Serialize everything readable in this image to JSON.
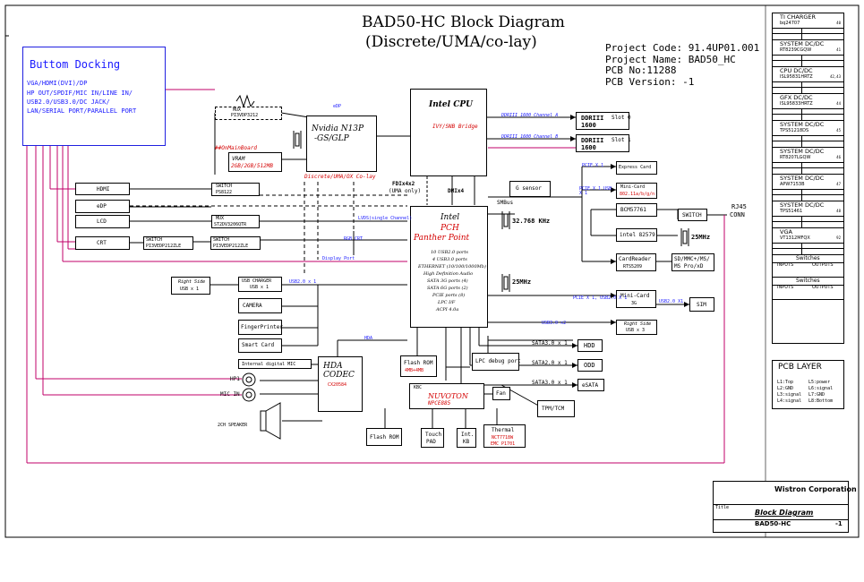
{
  "title": {
    "line1": "BAD50-HC Block Diagram",
    "line2": "(Discrete/UMA/co-lay)"
  },
  "project": {
    "code": "Project Code: 91.4UP01.001",
    "name": "Project Name: BAD50_HC",
    "pcb_no": "PCB No:11288",
    "pcb_version": "PCB Version: -1"
  },
  "docking": {
    "title": "Buttom Docking",
    "lines": [
      "VGA/HDMI(DVI)/DP",
      "HP OUT/SPDIF/MIC IN/LINE IN/",
      "USB2.0/USB3.0/DC JACK/",
      "LAN/SERIAL PORT/PARALLEL PORT"
    ]
  },
  "blocks": {
    "cpu": {
      "line1": "Intel CPU",
      "line2": "IVY/SNB Bridge"
    },
    "ddr0": {
      "line1": "DDRIII",
      "line2": "1600",
      "slot": "Slot 0"
    },
    "ddr1": {
      "line1": "DDRIII",
      "line2": "1600",
      "slot": "Slot 1"
    },
    "ddr_ch_a": "DDRIII 1600 Channel A",
    "ddr_ch_b": "DDRIII 1600 Channel B",
    "nvidia": {
      "line1": "Nvidia N13P",
      "line2": "-GS/GLP"
    },
    "mux_top": {
      "line1": "MUX",
      "line2": "PI3VDP3212"
    },
    "vram": {
      "line1": "VRAM",
      "line2": "2GB/2GB/512MB"
    },
    "on_main_board": "##OnMainBoard",
    "discrete_label": "Discrete/UMA/OX Co-lay",
    "pch": {
      "line1": "Intel",
      "line2": "PCH",
      "line3": "Panther Point"
    },
    "pch_features": [
      "10 USB2.0 ports",
      "4 USB3.0 ports",
      "ETHERNET (10/100/1000Mb)",
      "High Definition Audio",
      "SATA 3G ports (4)",
      "SATA 6G ports (2)",
      "PCIE ports (8)",
      "LPC I/F",
      "ACPI 4.0a"
    ],
    "fdi": {
      "line1": "FDIx4x2",
      "line2": "(UMA only)"
    },
    "dmi": "DMIx4",
    "gsensor": "G sensor",
    "smbus": "SMBus",
    "clk32": "32.768 KHz",
    "clk25_pch": "25MHz",
    "clk25_lan": "25MHz",
    "express_card": "Express Card",
    "mini_card1": "Mini-Card",
    "mini_card1_sub": "802.11a/b/g/n",
    "bcm": "BCM57761",
    "intel82579": "intel 82579",
    "switch_lan": "SWITCH",
    "rj45": {
      "line1": "RJ45",
      "line2": "CONN"
    },
    "cardreader": {
      "line1": "CardReader",
      "line2": "RTS5209"
    },
    "sdmmc": {
      "line1": "SD/MMC+/MS/",
      "line2": "MS Pro/xD"
    },
    "mini_card2": {
      "line1": "Mini-Card",
      "line2": "3G"
    },
    "sim": "SIM",
    "usb_right_bottom": {
      "line1": "Right Side",
      "line2": "USB x 3"
    },
    "usb3_x2": "USB3.0 x2",
    "hdd": "HDD",
    "odd": "ODD",
    "esata": "eSATA",
    "sata1": "SATA3.0 x 1",
    "sata2": "SATA2.0 x 1",
    "sata3": "SATA3.0 x 1",
    "lpc_debug": "LPC debug port",
    "tpm": "TPM/TCM",
    "flash_rom_top": {
      "line1": "Flash ROM",
      "line2": "4MB+4MB"
    },
    "nuvoton": {
      "line1": "NUVOTON",
      "line2": "NPCE885"
    },
    "kbc": "KBC",
    "fan": "Fan",
    "flash_rom_bottom": "Flash ROM",
    "touchpad": {
      "line1": "Touch",
      "line2": "PAD"
    },
    "intkb": {
      "line1": "Int.",
      "line2": "KB"
    },
    "thermal": {
      "line1": "Thermal",
      "line2": "NCT7718W",
      "line3": "EMC P1701"
    },
    "hda_codec": {
      "line1": "HDA",
      "line2": "CODEC",
      "line3": "CX20584"
    },
    "hda": "HDA",
    "hp": "HP1",
    "mic_in": "MIC IN",
    "speaker": "2CH SPEAKER",
    "internal_mic": "Internal digital MIC",
    "hdmi": "HDMI",
    "edp": "eDP",
    "lcd": "LCD",
    "crt": "CRT",
    "switch_hdmi": {
      "line1": "SWITCH",
      "line2": "PS8122"
    },
    "mux_lcd": {
      "line1": "MUX",
      "line2": "ST2DV3206QTR"
    },
    "switch_crt1": {
      "line1": "SWITCH",
      "line2": "PI3VEDP212ZLE"
    },
    "switch_crt2": {
      "line1": "SWITCH",
      "line2": "PI3VEDP212ZLE"
    },
    "usb_right_top": {
      "line1": "Right Side",
      "line2": "USB x 1"
    },
    "usb_charger": {
      "line1": "USB CHARGER",
      "line2": "USB x 1"
    },
    "camera": "CAMERA",
    "fingerprinter": "FingerPrinter",
    "smartcard": "Smart Card",
    "usb20_x1": "USB2.0 x 1",
    "edp_label": "eDP",
    "display_port": "Display Port",
    "lvds_label": "LVDS(single Channel)",
    "rgb_crt": "RGB CRT",
    "pcie_x1": "PCIE X 1",
    "pcie_x1_usb": "PCIE X 1 USB X 1",
    "pcie_x1_usb2": "PCIE X 1, USB2.0 X 1",
    "usb20_x1_sim": "USB2.0 X1"
  },
  "power_table": {
    "sections": [
      {
        "title": "TI CHARGER",
        "sub": "bq24707",
        "page": "40"
      },
      {
        "title": "SYSTEM DC/DC",
        "sub": "RT8239CGQW",
        "page": "41"
      },
      {
        "title": "CPU DC/DC",
        "sub": "ISL95831HRTZ",
        "page": "42,43"
      },
      {
        "title": "GFX DC/DC",
        "sub": "ISL95833HRTZ",
        "page": "44"
      },
      {
        "title": "SYSTEM DC/DC",
        "sub": "TPS51218DS",
        "page": "45"
      },
      {
        "title": "SYSTEM DC/DC",
        "sub": "RT8207LGQW",
        "page": "46"
      },
      {
        "title": "SYSTEM DC/DC",
        "sub": "APW7153B",
        "page": "47"
      },
      {
        "title": "SYSTEM DC/DC",
        "sub": "TPS51461",
        "page": "48"
      },
      {
        "title": "VGA",
        "sub": "VT1312MFQX",
        "page": "92"
      }
    ],
    "switches1": {
      "title": "Switches",
      "inputs": "INPUTS",
      "outputs": "OUTPUTS"
    },
    "switches2": {
      "title": "Switches",
      "inputs": "INPUTS",
      "outputs": "OUTPUTS"
    }
  },
  "pcb_layer": {
    "title": "PCB LAYER",
    "left": [
      "L1:Top",
      "L2:GND",
      "L3:signal",
      "L4:signal"
    ],
    "right": [
      "L5:power",
      "L6:signal",
      "L7:GND",
      "L8:Bottom"
    ]
  },
  "title_block": {
    "company": "Wistron Corporation",
    "title_label": "Title",
    "title": "Block Diagram",
    "doc": "BAD50-HC",
    "rev": "-1"
  }
}
